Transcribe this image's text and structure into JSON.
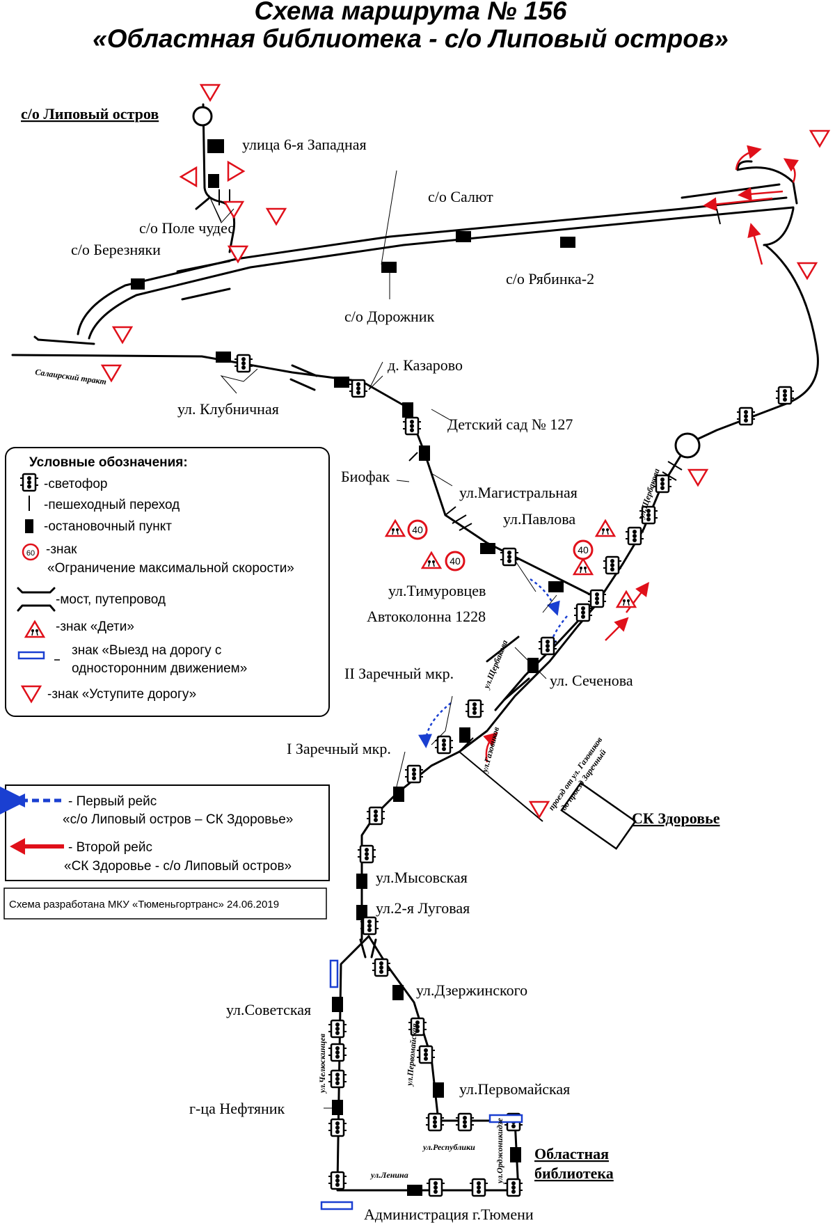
{
  "title": {
    "line1": "Схема маршрута № 156",
    "line2": "«Областная библиотека - с/о Липовый остров»"
  },
  "terminals": {
    "start": "с/о Липовый остров",
    "end_line1": "Областная",
    "end_line2": "библиотека",
    "sk": "СК Здоровье"
  },
  "stops": {
    "zapadnaya": "улица 6-я Западная",
    "pole_chudes": "с/о Поле чудес",
    "bereznyaki": "с/о Березняки",
    "salyut": "с/о Салют",
    "dorozhnik": "с/о Дорожник",
    "ryabinka": "с/о Рябинка-2",
    "klubnichnaya": "ул. Клубничная",
    "kazarovo": "д. Казарово",
    "detsad": "Детский сад № 127",
    "biofak": "Биофак",
    "magistralnaya": "ул.Магистральная",
    "pavlova": "ул.Павлова",
    "timurovtsev": "ул.Тимуровцев",
    "avtokolonna": "Автоколонна 1228",
    "zarechny2": "II Заречный мкр.",
    "sechenova": "ул. Сеченова",
    "zarechny1": "I Заречный мкр.",
    "mysovskaya": "ул.Мысовская",
    "lugovaya": "ул.2-я Луговая",
    "dzerzhinskogo": "ул.Дзержинского",
    "sovetskaya": "ул.Советская",
    "neftyanik": "г-ца Нефтяник",
    "pervomayskaya": "ул.Первомайская",
    "administration": "Администрация г.Тюмени"
  },
  "streets": {
    "salairsky": "Салаирский тракт",
    "shcherbakova_top": "ул.Щербакова",
    "shcherbakova_mid": "ул.Щербакова",
    "gazovikov": "ул.Газовиков",
    "proezd_line1": "проезд от ул. Газовиков",
    "proezd_line2": "до проезд Заречный",
    "chelyuskintsev": "ул.Челюскинцев",
    "pervomayskaya_st": "ул.Первомайская",
    "respubliki": "ул.Республики",
    "lenina": "ул.Ленина",
    "ordzhonikidze": "ул.Орджоникидзе"
  },
  "speed_limit": "40",
  "legend": {
    "heading": "Условные обозначения:",
    "traffic_light": "-светофор",
    "crossing": "-пешеходный переход",
    "stop": "-остановочный пункт",
    "speed_sign_value": "60",
    "speed_line1": "-знак",
    "speed_line2": "«Ограничение максимальной скорости»",
    "bridge": "-мост, путепровод",
    "children": "-знак «Дети»",
    "oneway_line1": "знак «Выезд на дорогу с",
    "oneway_line2": "односторонним движением»",
    "yield": "-знак «Уступите дорогу»"
  },
  "trips": {
    "first_line1": "- Первый рейс",
    "first_line2": "«с/о Липовый остров – СК Здоровье»",
    "second_line1": "- Второй рейс",
    "second_line2": "«СК Здоровье - с/о Липовый остров»"
  },
  "credit": "Схема разработана МКУ «Тюменьгортранс» 24.06.2019",
  "colors": {
    "first_trip": "#1a3fd1",
    "second_trip": "#e0101a",
    "yield_sign": "#e0101a",
    "route_line": "#000000"
  }
}
